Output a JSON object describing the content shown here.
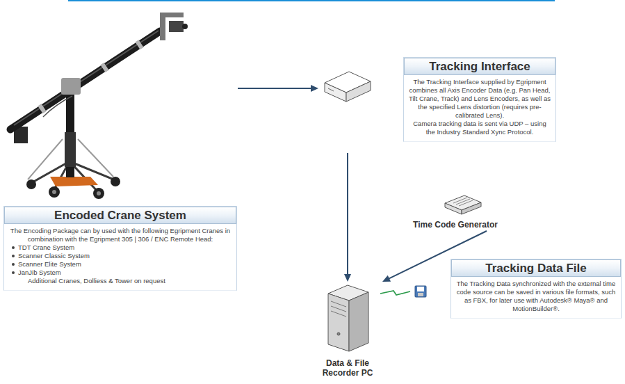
{
  "diagram": {
    "nodes": [
      {
        "text": [
          "Encoded Crane System",
          "The Encoding Package can by used with the following Egripment Cranes in combination with the Egripment 305 | 306 / ENC Remote Head:",
          "TDT Crane System",
          "Scanner Classic System",
          "Scanner Elite System",
          "JanJib System",
          "Additional Cranes, Dolliess & Tower on request"
        ]
      },
      {
        "text": [
          "Tracking Interface",
          "The Tracking Interface supplied by Egripment combines all Axis Encoder Data (e.g. Pan Head, Tilt Crane, Track) and Lens Encoders, as well as the specified Lens distortion (requires pre-calibrated Lens).",
          "Camera tracking data is sent via UDP – using the Industry Standard Xync Protocol."
        ]
      },
      {
        "text": [
          "Time Code Generator"
        ]
      },
      {
        "text": [
          "Tracking Data File",
          "The Tracking Data synchronized with the external time code source can be saved in various file formats, such as FBX, for later use with Autodesk® Maya® and MotionBuilder®."
        ]
      },
      {
        "text": [
          "Data & File Recorder PC"
        ]
      }
    ],
    "edges": [
      {
        "from": 0,
        "to": 1,
        "arrow": "to"
      },
      {
        "from": 1,
        "to": 4,
        "arrow": "to"
      },
      {
        "from": 2,
        "to": 4,
        "arrow": "to"
      }
    ]
  }
}
